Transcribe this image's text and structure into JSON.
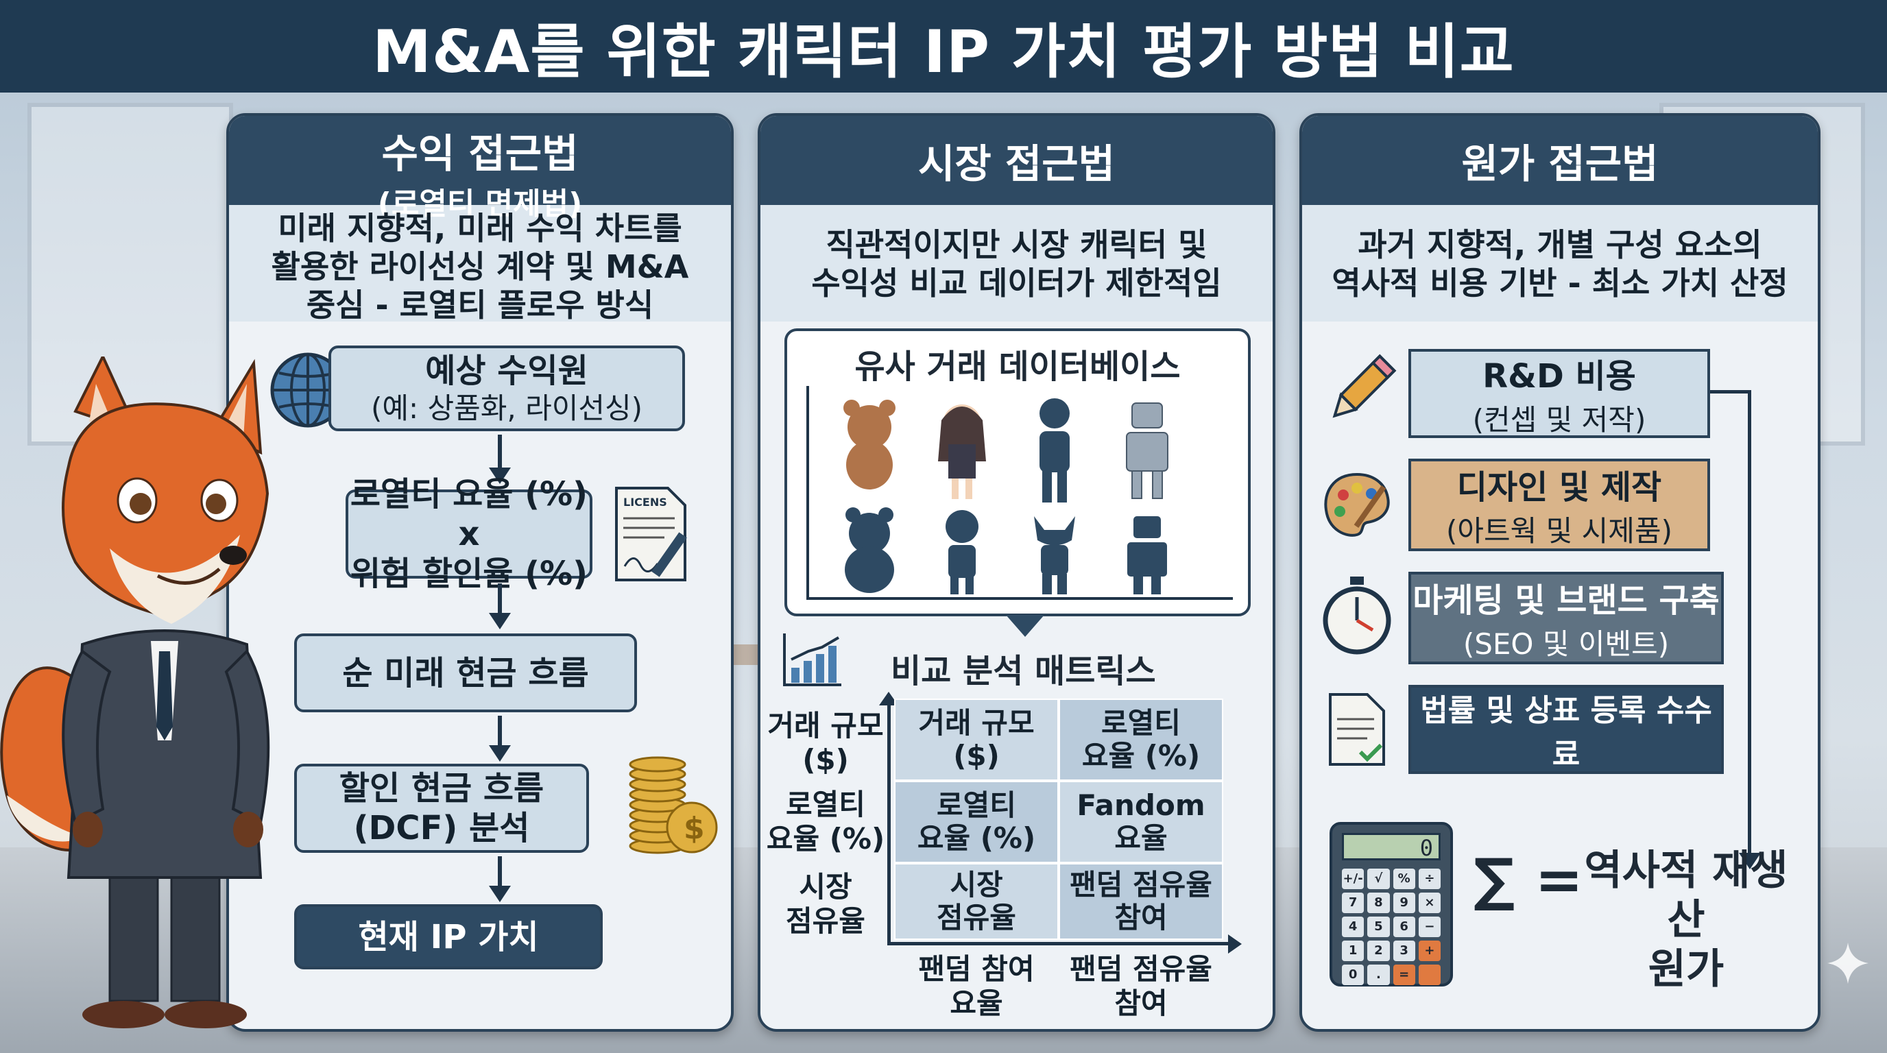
{
  "title": "M&A를 위한 캐릭터 IP 가치 평가 방법 비교",
  "income": {
    "title": "수익 접근법",
    "subtitle": "(로열티 면제법)",
    "desc": [
      "미래 지향적, 미래 수익 차트를",
      "활용한 라이선싱 계약 및 M&A",
      "중심 - 로열티 플로우 방식"
    ],
    "steps": [
      {
        "main": "예상 수익원",
        "sub": "(예: 상품화, 라이선싱)"
      },
      {
        "main": "로열티 요율 (%) x",
        "sub": "위험 할인율 (%)"
      },
      {
        "main": "순 미래 현금 흐름",
        "sub": ""
      },
      {
        "main": "할인 현금 흐름",
        "sub": "(DCF) 분석"
      },
      {
        "main": "현재 IP 가치",
        "sub": ""
      }
    ],
    "license_text": "LICENS"
  },
  "market": {
    "title": "시장 접근법",
    "desc": [
      "직관적이지만 시장 캐릭터 및",
      "수익성 비교 데이터가 제한적임"
    ],
    "database_title": "유사 거래 데이터베이스",
    "matrix_title": "비교 분석 매트릭스",
    "row_labels": [
      [
        "거래 규모",
        "($)"
      ],
      [
        "로열티",
        "요율 (%)"
      ],
      [
        "시장",
        "점유율"
      ]
    ],
    "cells": [
      [
        [
          "거래 규모",
          "($)"
        ],
        [
          "로열티",
          "요율 (%)"
        ]
      ],
      [
        [
          "로열티",
          "요율 (%)"
        ],
        [
          "Fandom",
          "요율"
        ]
      ],
      [
        [
          "시장",
          "점유율"
        ],
        [
          "팬덤 점유율",
          "참여"
        ]
      ]
    ],
    "col_labels": [
      [
        "팬덤 참여",
        "요율"
      ],
      [
        "팬덤 점유율",
        "참여"
      ]
    ]
  },
  "cost": {
    "title": "원가 접근법",
    "desc": [
      "과거 지향적, 개별 구성 요소의",
      "역사적 비용 기반 - 최소 가치 산정"
    ],
    "layers": [
      {
        "main": "R&D 비용",
        "sub": "(컨셉 및 저작)"
      },
      {
        "main": "디자인 및 제작",
        "sub": "(아트웍 및 시제품)"
      },
      {
        "main": "마케팅 및 브랜드 구축",
        "sub": "(SEO 및 이벤트)"
      },
      {
        "main": "법률 및 상표 등록 수수료",
        "sub": ""
      }
    ],
    "sum_symbol": "∑ =",
    "result": [
      "역사적 재생산",
      "원가"
    ],
    "calc_display": "0",
    "calc_keys": [
      "+/-",
      "√",
      "%",
      "÷",
      "7",
      "8",
      "9",
      "×",
      "4",
      "5",
      "6",
      "−",
      "1",
      "2",
      "3",
      "+",
      "0",
      ".",
      "=",
      ""
    ]
  },
  "colors": {
    "navy": "#1f3a52",
    "panel_head": "#2e4a63",
    "light_box": "#cfdde8",
    "tan_box": "#d9b48a",
    "fox": "#e0682a"
  }
}
